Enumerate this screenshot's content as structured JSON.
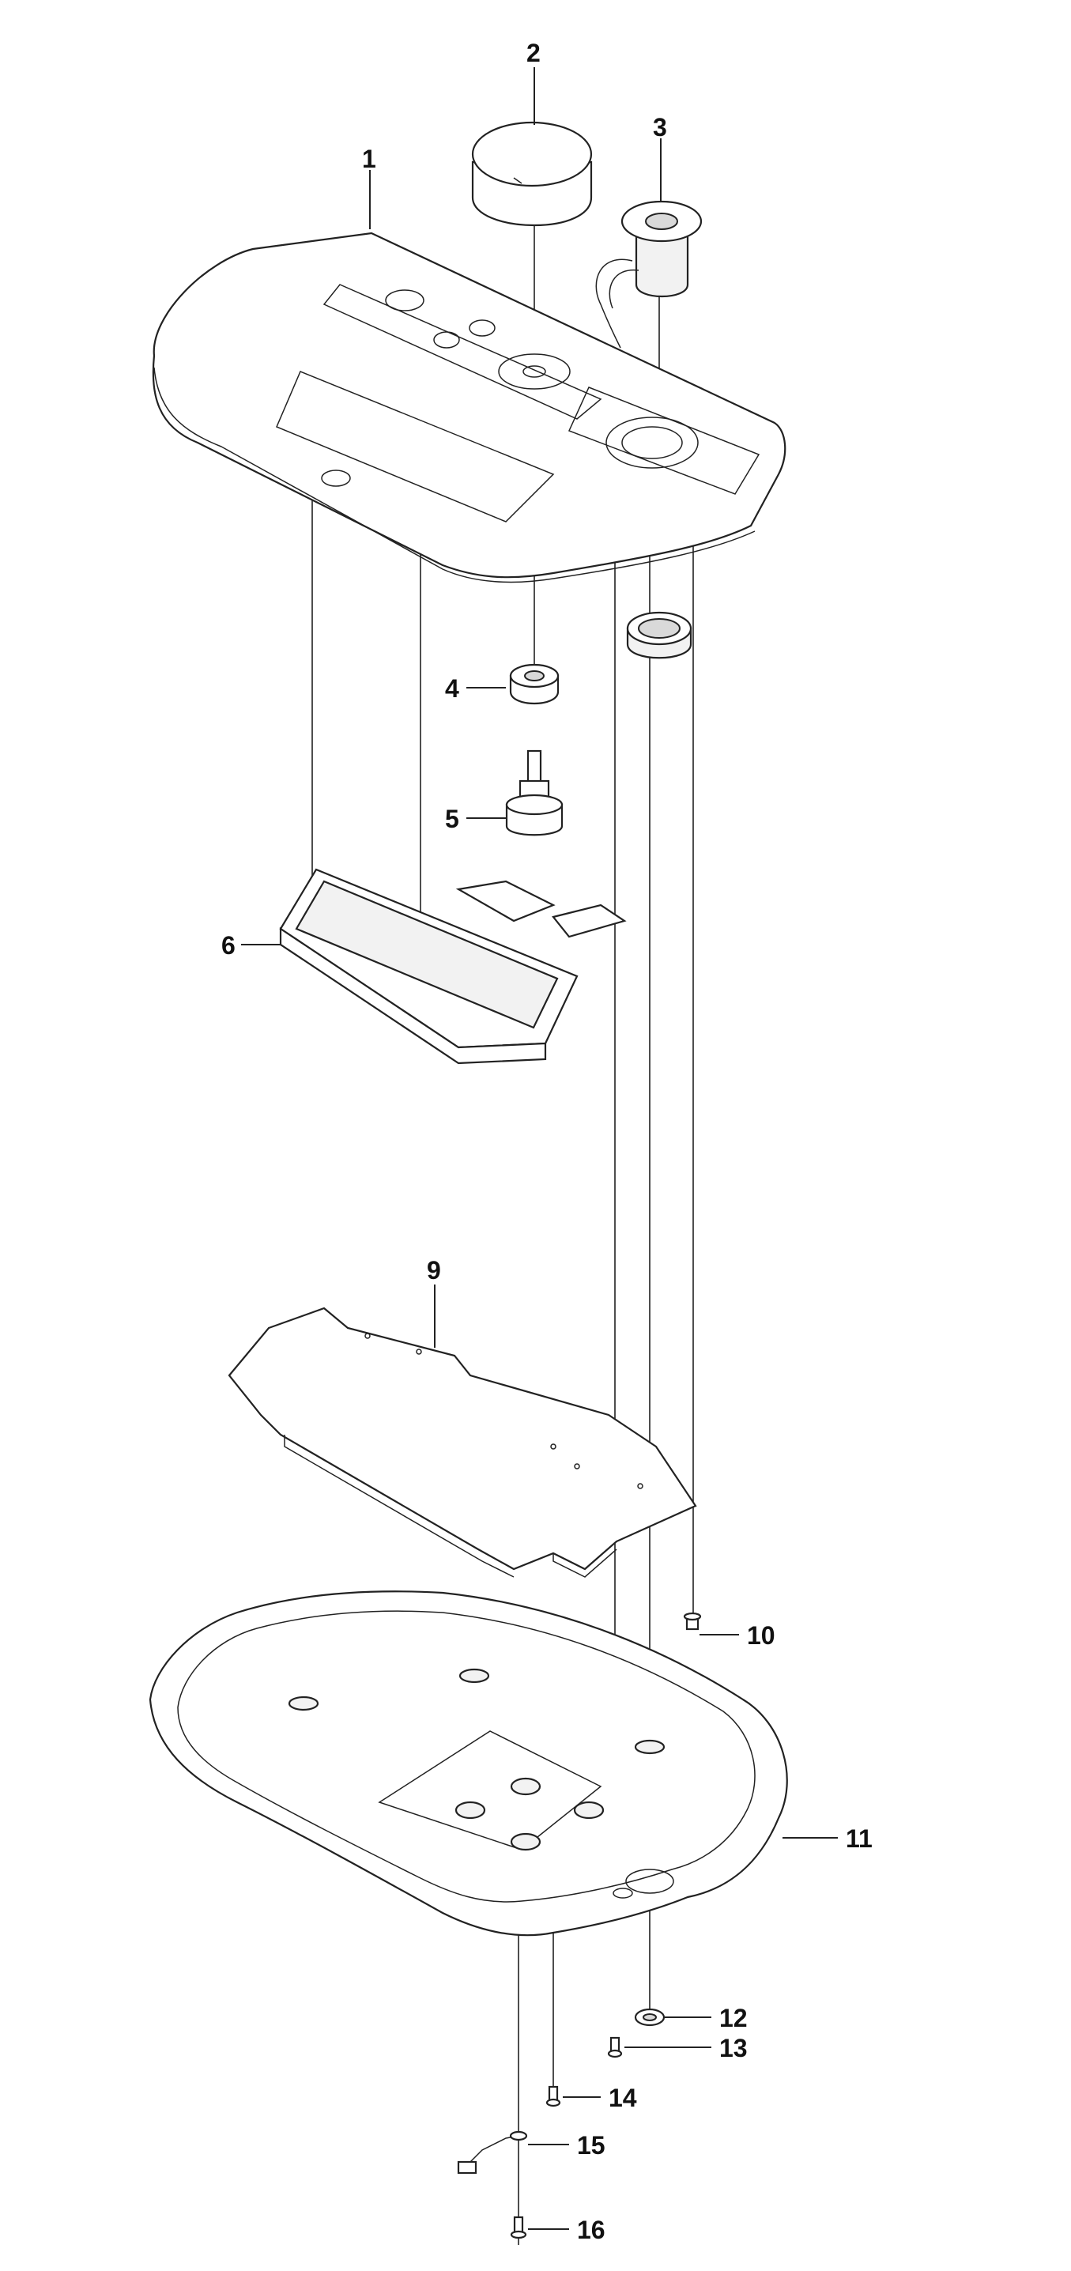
{
  "callouts": [
    {
      "id": "c1",
      "label": "1"
    },
    {
      "id": "c2",
      "label": "2"
    },
    {
      "id": "c3",
      "label": "3"
    },
    {
      "id": "c4",
      "label": "4"
    },
    {
      "id": "c5",
      "label": "5"
    },
    {
      "id": "c6",
      "label": "6"
    },
    {
      "id": "c9",
      "label": "9"
    },
    {
      "id": "c10",
      "label": "10"
    },
    {
      "id": "c11",
      "label": "11"
    },
    {
      "id": "c12",
      "label": "12"
    },
    {
      "id": "c13",
      "label": "13"
    },
    {
      "id": "c14",
      "label": "14"
    },
    {
      "id": "c15",
      "label": "15"
    },
    {
      "id": "c16",
      "label": "16"
    }
  ]
}
